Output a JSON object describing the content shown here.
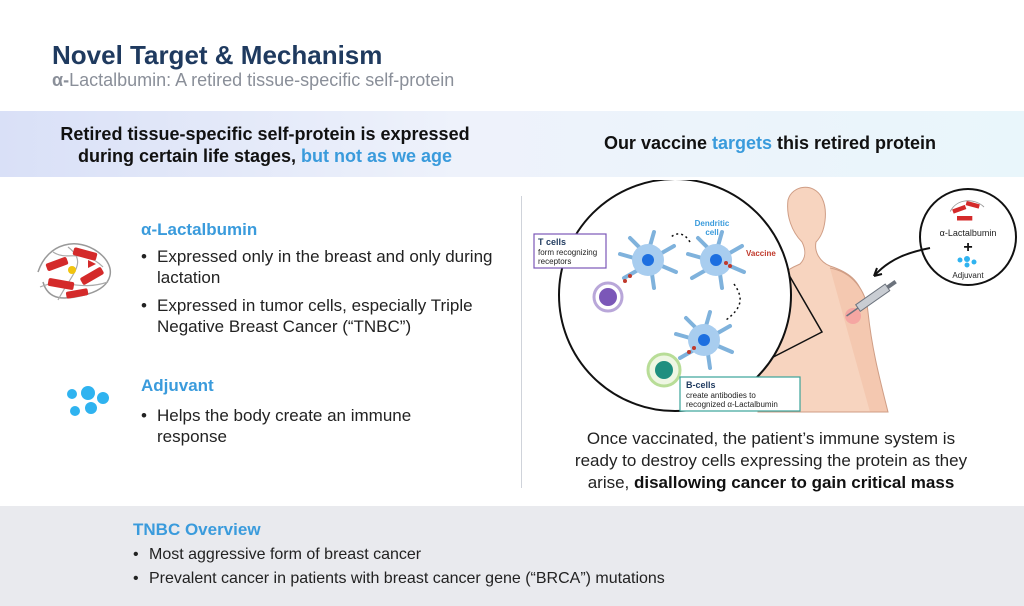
{
  "header": {
    "title": "Novel Target & Mechanism",
    "subtitle_alpha": "α-",
    "subtitle_rest": "Lactalbumin: A retired tissue-specific self-protein"
  },
  "banner": {
    "left_line1": "Retired tissue-specific self-protein is expressed",
    "left_line2_plain": "during certain life stages, ",
    "left_line2_highlight": "but not as we age",
    "right_prefix": "Our vaccine ",
    "right_highlight": "targets",
    "right_suffix": " this retired protein"
  },
  "lactalbumin": {
    "title": "α-Lactalbumin",
    "bullets": [
      "Expressed only in the breast and only during lactation",
      "Expressed in tumor cells, especially Triple Negative Breast Cancer (“TNBC”)"
    ]
  },
  "adjuvant": {
    "title": "Adjuvant",
    "bullets": [
      "Helps the body create an immune response"
    ]
  },
  "diagram": {
    "t_cells_title": "T cells",
    "t_cells_line1": "form recognizing",
    "t_cells_line2": "receptors",
    "dendritic_line1": "Dendritic",
    "dendritic_line2": "cell",
    "vaccine_label": "Vaccine",
    "b_cells_title": "B-cells",
    "b_cells_line1": "create antibodies to",
    "b_cells_line2": "recognized α-Lactalbumin",
    "inset_protein": "α-Lactalbumin",
    "inset_plus": "+",
    "inset_adjuvant": "Adjuvant"
  },
  "caption": {
    "line1": "Once vaccinated, the patient’s immune system is",
    "line2": "ready to destroy cells expressing the protein as they",
    "line3_plain": "arise, ",
    "line3_bold": "disallowing cancer to gain critical mass"
  },
  "tnbc": {
    "title": "TNBC Overview",
    "bullets": [
      "Most aggressive form of breast cancer",
      "Prevalent cancer in patients with breast cancer gene (“BRCA”) mutations"
    ]
  },
  "colors": {
    "navy": "#1f3a5f",
    "accent_blue": "#3a9bdc",
    "vaccine_red": "#c0392b"
  }
}
